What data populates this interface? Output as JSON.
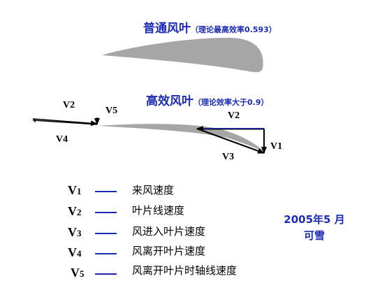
{
  "titles": {
    "normal_blade": "普通风叶",
    "normal_note": "（理论最高效率0.593）",
    "efficient_blade": "高效风叶",
    "efficient_note": "（理论效率大于0.9）"
  },
  "vectors": {
    "v1": "V1",
    "v2": "V2",
    "v3": "V3",
    "v4": "V4",
    "v5": "V5"
  },
  "legend": [
    {
      "key": "V",
      "sub": "1",
      "text": "来风速度"
    },
    {
      "key": "V",
      "sub": "2",
      "text": "叶片线速度"
    },
    {
      "key": "V",
      "sub": "3",
      "text": "风进入叶片速度"
    },
    {
      "key": "V",
      "sub": "4",
      "text": "风离开叶片速度"
    },
    {
      "key": "V",
      "sub": "5",
      "text": "风离开叶片时轴线速度"
    }
  ],
  "signature": {
    "date": "2005年5 月",
    "author": "可雪"
  },
  "colors": {
    "accent": "#1c2bb3",
    "blade_fill": "#a6a6a6"
  }
}
